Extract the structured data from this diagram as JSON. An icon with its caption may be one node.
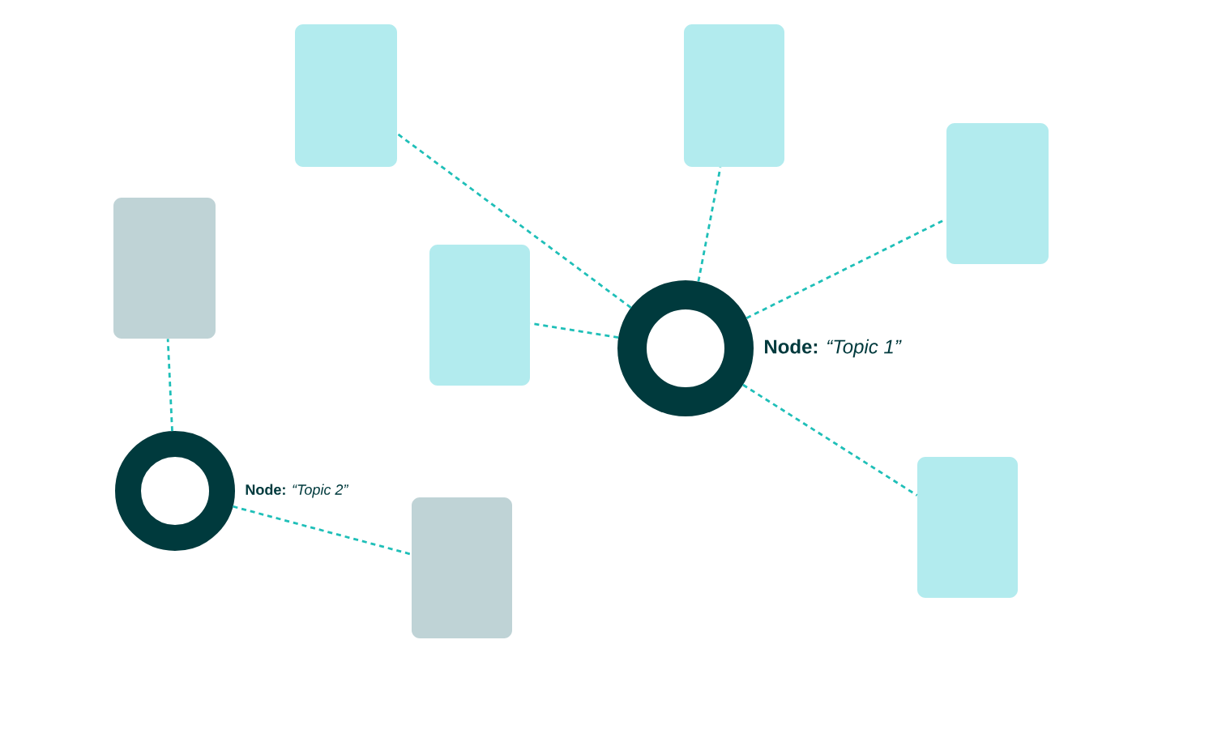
{
  "diagram": {
    "nodes": [
      {
        "text": [
          "**Node:** *“Topic 1”*"
        ]
      },
      {
        "text": [
          "**Node:** *“Topic 2”*"
        ]
      },
      {
        "text": [],
        "shape": "box"
      },
      {
        "text": [],
        "shape": "box"
      },
      {
        "text": [],
        "shape": "box"
      },
      {
        "text": [],
        "shape": "box"
      },
      {
        "text": [],
        "shape": "box"
      },
      {
        "text": [],
        "shape": "box"
      },
      {
        "text": [],
        "shape": "box"
      }
    ],
    "edges": [
      {
        "from": 0,
        "to": 2,
        "arrow": "none",
        "style": "dashed"
      },
      {
        "from": 0,
        "to": 3,
        "arrow": "none",
        "style": "dashed"
      },
      {
        "from": 0,
        "to": 4,
        "arrow": "none",
        "style": "dashed"
      },
      {
        "from": 0,
        "to": 6,
        "arrow": "none",
        "style": "dashed"
      },
      {
        "from": 0,
        "to": 7,
        "arrow": "none",
        "style": "dashed"
      },
      {
        "from": 1,
        "to": 5,
        "arrow": "none",
        "style": "dashed"
      },
      {
        "from": 1,
        "to": 8,
        "arrow": "none",
        "style": "dashed"
      }
    ]
  }
}
